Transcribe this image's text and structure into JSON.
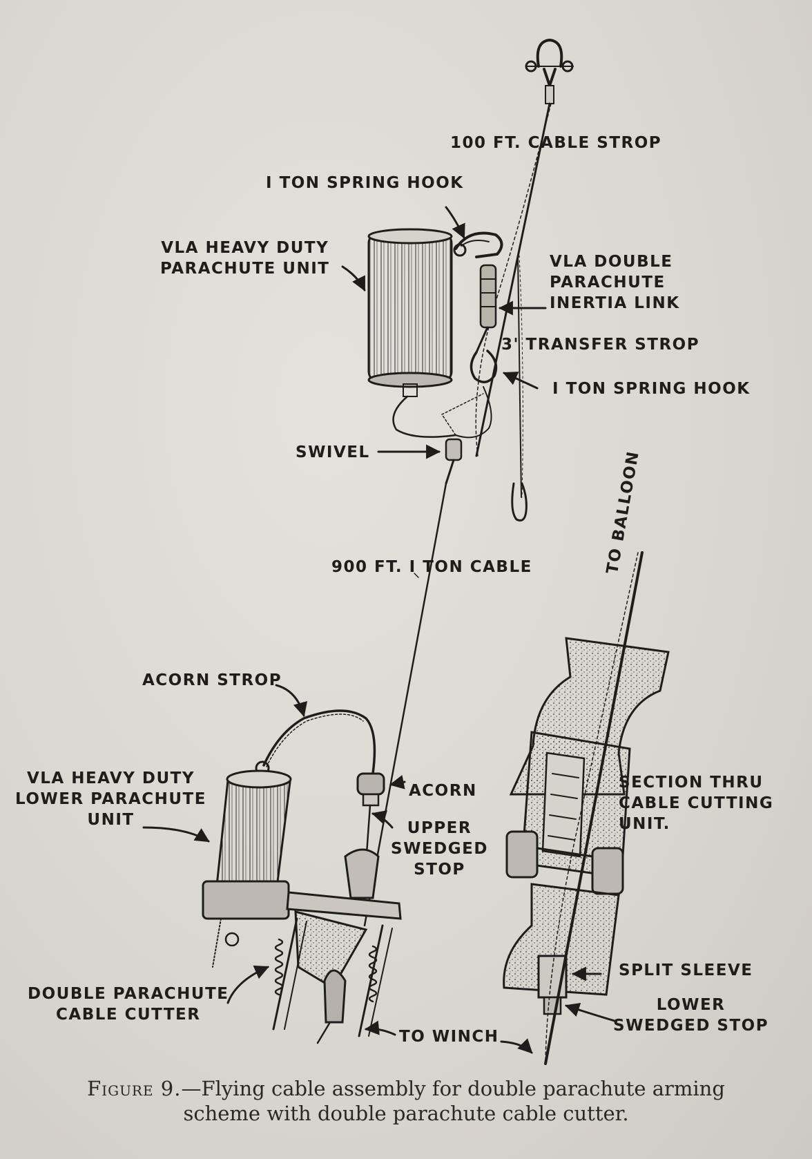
{
  "labels": {
    "cable_strop_100": "100 FT. CABLE STROP",
    "spring_hook_top": "I TON SPRING HOOK",
    "heavy_duty_unit": [
      "VLA  HEAVY  DUTY",
      "PARACHUTE  UNIT"
    ],
    "inertia_link": [
      "VLA  DOUBLE",
      "PARACHUTE",
      "INERTIA LINK"
    ],
    "transfer_strop": "3' TRANSFER STROP",
    "spring_hook_lower": "I TON SPRING HOOK",
    "swivel": "SWIVEL",
    "cable_900": "900 FT. I  TON CABLE",
    "to_balloon": "TO BALLOON",
    "acorn_strop": "ACORN STROP",
    "lower_unit": [
      "VLA HEAVY DUTY",
      "LOWER PARACHUTE",
      "UNIT"
    ],
    "acorn": "ACORN",
    "upper_stop": [
      "UPPER",
      "SWEDGED",
      "STOP"
    ],
    "section_thru": [
      "SECTION  THRU",
      "CABLE CUTTING",
      "UNIT."
    ],
    "split_sleeve": "SPLIT SLEEVE",
    "lower_stop": [
      "LOWER",
      "SWEDGED STOP"
    ],
    "cable_cutter": [
      "DOUBLE  PARACHUTE",
      "CABLE CUTTER"
    ],
    "to_winch": "TO  WINCH"
  },
  "caption": {
    "figure": "Figure 9.",
    "text": "—Flying cable assembly for double parachute arming",
    "line2": "scheme with double parachute cable cutter."
  },
  "colors": {
    "paper": "#dcdad3",
    "ink": "#1e1d1b"
  }
}
